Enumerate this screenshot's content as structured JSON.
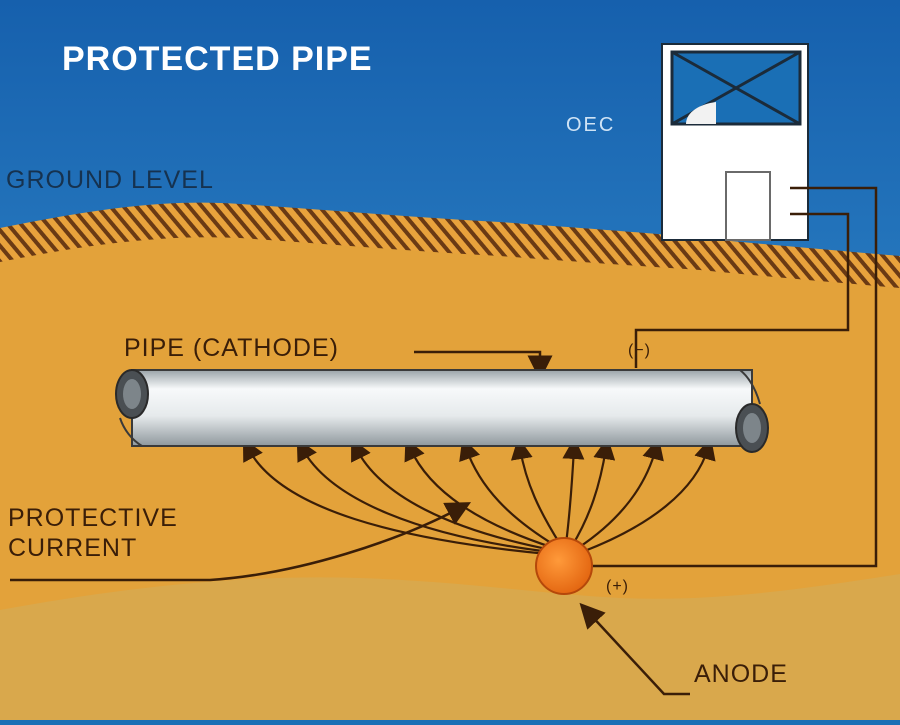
{
  "title": "PROTECTED PIPE",
  "labels": {
    "oec": "OEC",
    "ground_level": "GROUND LEVEL",
    "pipe": "PIPE (CATHODE)",
    "negative_terminal": "(−)",
    "protective_line1": "PROTECTIVE",
    "protective_line2": "CURRENT",
    "positive_terminal": "(+)",
    "anode": "ANODE"
  },
  "colors": {
    "sky": "#1a6fb5",
    "soil": "#e3a23a",
    "deep_soil": "#d9a545",
    "anode": "#f07a1c",
    "pipe": "#eef1f3",
    "lines": "#3a1e08"
  }
}
